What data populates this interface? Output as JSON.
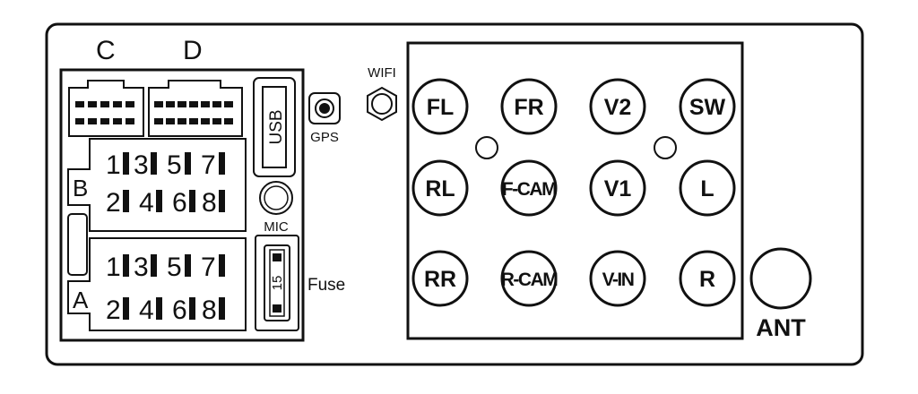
{
  "diagram": {
    "connectors": {
      "c_label": "C",
      "d_label": "D",
      "b_label": "B",
      "a_label": "A",
      "b_pins_top": [
        "1",
        "3",
        "5",
        "7"
      ],
      "b_pins_bottom": [
        "2",
        "4",
        "6",
        "8"
      ],
      "a_pins_top": [
        "1",
        "3",
        "5",
        "7"
      ],
      "a_pins_bottom": [
        "2",
        "4",
        "6",
        "8"
      ]
    },
    "ports": {
      "usb": "USB",
      "gps": "GPS",
      "wifi": "WIFI",
      "mic": "MIC",
      "fuse": "Fuse",
      "fuse_rating": "15",
      "ant": "ANT"
    },
    "rca_jacks": [
      [
        "FL",
        "FR",
        "V2",
        "SW"
      ],
      [
        "RL",
        "F-CAM",
        "V1",
        "L"
      ],
      [
        "RR",
        "R-CAM",
        "V-IN",
        "R"
      ]
    ],
    "colors": {
      "stroke": "#111111",
      "background": "#ffffff"
    }
  }
}
